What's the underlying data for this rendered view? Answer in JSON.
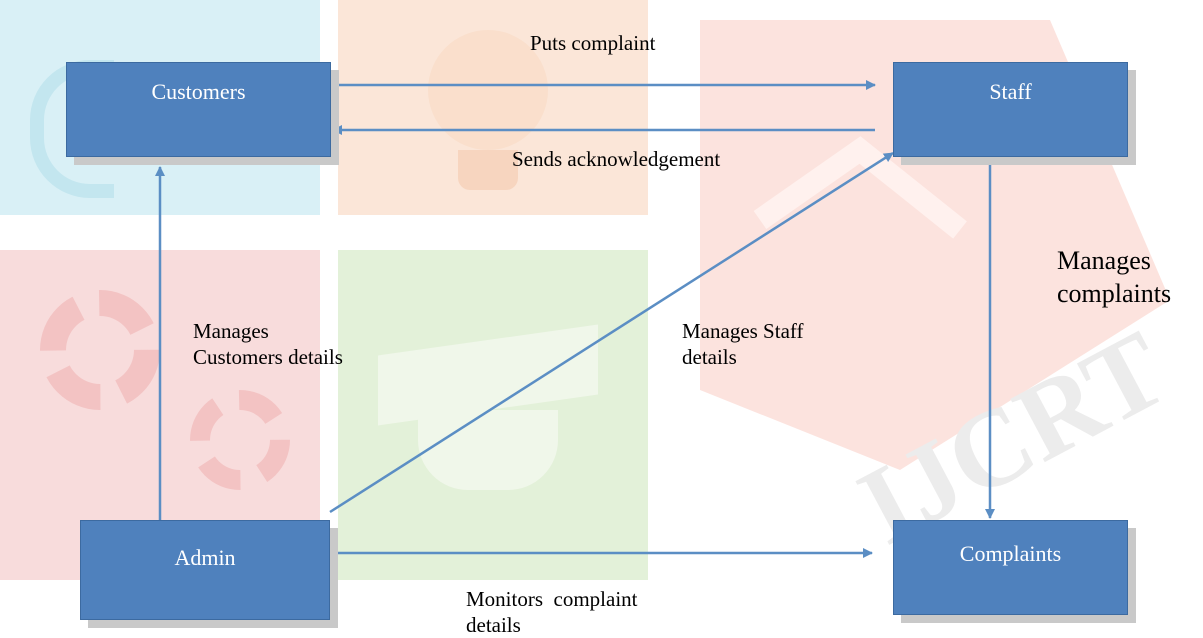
{
  "nodes": {
    "customers": "Customers",
    "staff": "Staff",
    "admin": "Admin",
    "complaints": "Complaints"
  },
  "edges": {
    "puts_complaint": "Puts complaint",
    "sends_ack": "Sends acknowledgement",
    "manages_customers_line1": "Manages",
    "manages_customers_line2": "Customers details",
    "manages_staff_line1": "Manages Staff",
    "manages_staff_line2": "details",
    "manages_complaints_line1": "Manages",
    "manages_complaints_line2": "complaints",
    "monitors_line1": "Monitors  complaint",
    "monitors_line2": "details"
  },
  "watermark": "IJCRT",
  "colors": {
    "node_fill": "#4f81bd",
    "node_shadow": "#c9c9c9",
    "arrow": "#5b8ec4",
    "node_text": "#ffffff"
  }
}
